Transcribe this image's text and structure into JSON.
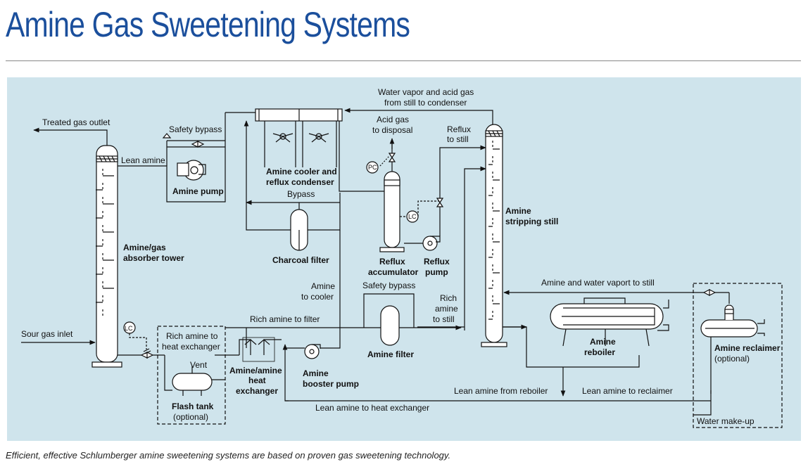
{
  "title": "Amine Gas Sweetening Systems",
  "caption": "Efficient, effective Schlumberger amine sweetening systems are based on proven gas sweetening technology.",
  "labels": {
    "treated_gas": "Treated gas outlet",
    "safety_bypass_top": "Safety bypass",
    "lean_amine": "Lean amine",
    "amine_pump": "Amine pump",
    "absorber_1": "Amine/gas",
    "absorber_2": "absorber tower",
    "sour_gas": "Sour gas inlet",
    "lc1": "LC",
    "rich_hx_1": "Rich amine to",
    "rich_hx_2": "heat exchanger",
    "vent": "Vent",
    "flash_1": "Flash tank",
    "flash_2": "(optional)",
    "cooler_1": "Amine cooler and",
    "cooler_2": "reflux condenser",
    "bypass": "Bypass",
    "charcoal": "Charcoal filter",
    "amine_cooler_1": "Amine",
    "amine_cooler_2": "to cooler",
    "rich_filter": "Rich amine to filter",
    "hx_1": "Amine/amine",
    "hx_2": "heat",
    "hx_3": "exchanger",
    "booster_1": "Amine",
    "booster_2": "booster pump",
    "safety_bypass_mid": "Safety bypass",
    "amine_filter": "Amine filter",
    "rich_still_1": "Rich",
    "rich_still_2": "amine",
    "rich_still_3": "to still",
    "water_vapor_1": "Water vapor and acid gas",
    "water_vapor_2": "from still to condenser",
    "acid_gas_1": "Acid gas",
    "acid_gas_2": "to disposal",
    "pc": "PC",
    "lc2": "LC",
    "reflux_acc_1": "Reflux",
    "reflux_acc_2": "accumulator",
    "reflux_pump_1": "Reflux",
    "reflux_pump_2": "pump",
    "reflux_still_1": "Reflux",
    "reflux_still_2": "to still",
    "stripping_1": "Amine",
    "stripping_2": "stripping still",
    "vapor_still": "Amine and water vaport to still",
    "reboiler_1": "Amine",
    "reboiler_2": "reboiler",
    "reclaimer_1": "Amine reclaimer",
    "reclaimer_2": "(optional)",
    "lean_reboiler": "Lean amine from reboiler",
    "lean_reclaimer": "Lean amine to reclaimer",
    "lean_hx": "Lean amine to heat exchanger",
    "water_makeup": "Water make-up"
  },
  "colors": {
    "title": "#1b4f9c",
    "panel": "#cfe4ec",
    "line": "#111111"
  }
}
